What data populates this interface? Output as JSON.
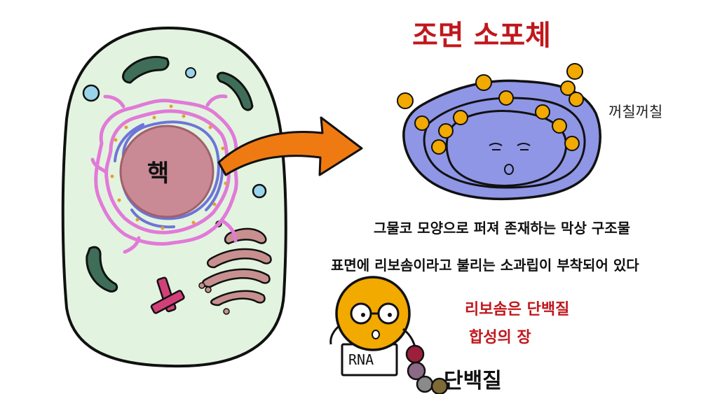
{
  "title": "조면 소포체",
  "nucleus_label": "핵",
  "surface_label": "꺼칠꺼칠",
  "description": [
    "그물코 모양으로 퍼져 존재하는 막상 구조물",
    "표면에 리보솜이라고 불리는 소과립이 부착되어 있다"
  ],
  "ribosome_note": [
    "리보솜은 단백질",
    "합성의 장"
  ],
  "rna_label": "RNA",
  "protein_label": "단백질",
  "colors": {
    "title": "#c0171d",
    "note": "#c0171d",
    "cell_fill": "#e2f4df",
    "nucleus": "#c98a95",
    "er": "#8f96e6",
    "ribosome": "#f2a900",
    "arrow": "#f07a12"
  }
}
